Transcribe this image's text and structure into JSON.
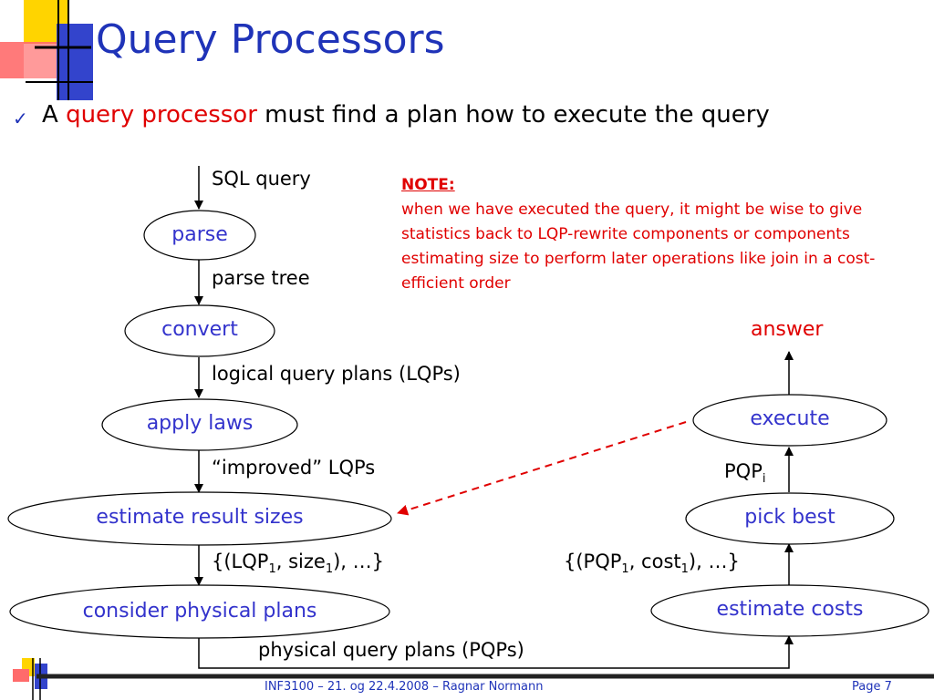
{
  "slide": {
    "title": "Query Processors",
    "bullet": {
      "prefix": "A ",
      "highlight": "query processor",
      "suffix": " must find a plan how to execute the query"
    }
  },
  "note": {
    "heading": "NOTE:",
    "body": "when we have executed the query, it might be wise to give statistics back to LQP-rewrite components or components estimating size to perform later operations like join in a cost-efficient order"
  },
  "left_nodes": {
    "parse": "parse",
    "convert": "convert",
    "apply_laws": "apply laws",
    "estimate_result_sizes": "estimate result sizes",
    "consider_physical_plans": "consider physical plans"
  },
  "right_nodes": {
    "estimate_costs": "estimate costs",
    "pick_best": "pick best",
    "execute": "execute"
  },
  "edge_labels": {
    "sql_query": "SQL query",
    "parse_tree": "parse tree",
    "lqps": "logical query plans (LQPs)",
    "improved_lqps": "“improved” LQPs",
    "lqp_set": {
      "open": "{(LQP",
      "sub1": "1",
      "mid": ", size",
      "sub2": "1",
      "close": "), …}"
    },
    "pqp_set": {
      "open": "{(PQP",
      "sub1": "1",
      "mid": ", cost",
      "sub2": "1",
      "close": "), …}"
    },
    "pqps": "physical query plans (PQPs)",
    "pqp_i": {
      "base": "PQP",
      "sub": "i"
    },
    "answer": "answer"
  },
  "footer": {
    "center": "INF3100 – 21. og 22.4.2008 – Ragnar Normann",
    "page": "Page 7"
  },
  "colors": {
    "title_blue": "#1f33b8",
    "node_text": "#3333cc",
    "highlight_red": "#e00000",
    "logo_yellow": "#ffd400",
    "logo_red": "#ff5a5a",
    "logo_blue": "#3344cc"
  }
}
